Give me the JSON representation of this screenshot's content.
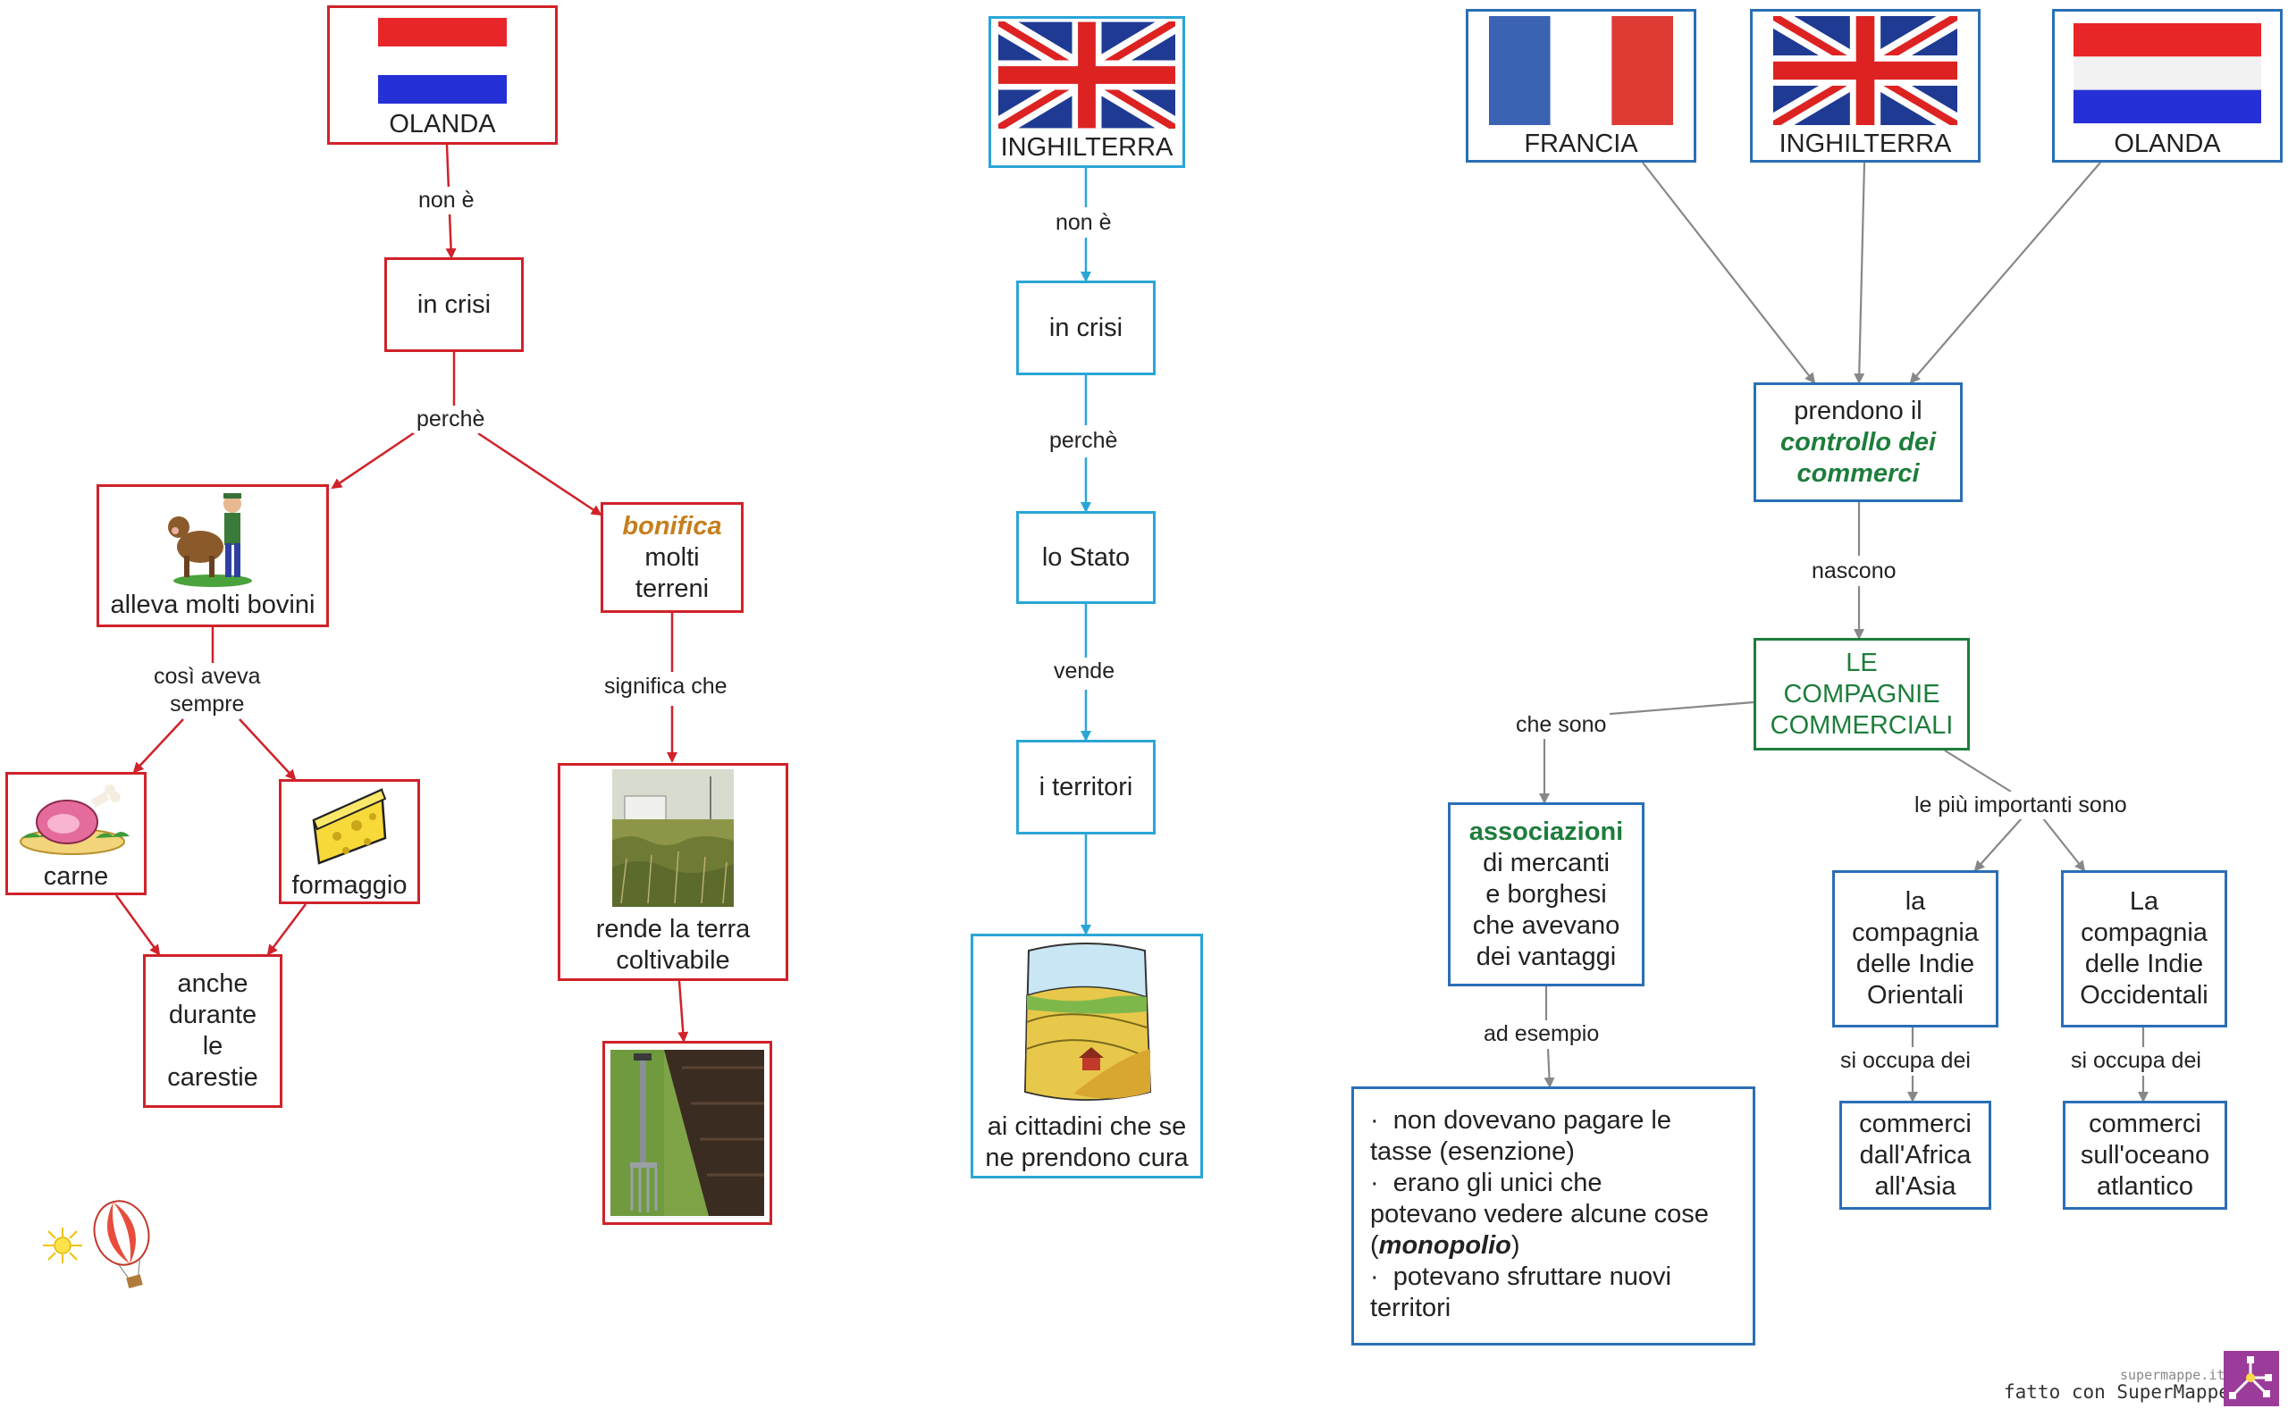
{
  "colors": {
    "red": "#d0222a",
    "cyan": "#2aa6d6",
    "navy": "#2a6fb6",
    "green": "#1e7d3c",
    "gray": "#888888",
    "orange": "#c67f1c"
  },
  "left": {
    "country": "OLANDA",
    "edge_non_e": "non è",
    "in_crisi": "in crisi",
    "edge_perche": "perchè",
    "alleva": "alleva molti bovini",
    "bonifica_em": "bonifica",
    "bonifica_rest1": "molti",
    "bonifica_rest2": "terreni",
    "edge_cosi_1": "così aveva",
    "edge_cosi_2": "sempre",
    "carne": "carne",
    "formaggio": "formaggio",
    "anche_1": "anche",
    "anche_2": "durante",
    "anche_3": "le",
    "anche_4": "carestie",
    "edge_significa": "significa che",
    "rende_1": "rende la terra",
    "rende_2": "coltivabile"
  },
  "middle": {
    "country": "INGHILTERRA",
    "edge_non_e": "non è",
    "in_crisi": "in crisi",
    "edge_perche": "perchè",
    "stato": "lo Stato",
    "edge_vende": "vende",
    "territori": "i territori",
    "cittadini_1": "ai cittadini che se",
    "cittadini_2": "ne prendono cura"
  },
  "right": {
    "francia": "FRANCIA",
    "inghilterra": "INGHILTERRA",
    "olanda": "OLANDA",
    "prendono_1": "prendono il",
    "prendono_em1": "controllo dei",
    "prendono_em2": "commerci",
    "edge_nascono": "nascono",
    "compagnie_1": "LE",
    "compagnie_2": "COMPAGNIE",
    "compagnie_3": "COMMERCIALI",
    "edge_che_sono": "che sono",
    "edge_piu_importanti": "le più importanti sono",
    "assoc_em": "associazioni",
    "assoc_2": "di mercanti",
    "assoc_3": "e borghesi",
    "assoc_4": "che avevano",
    "assoc_5": "dei vantaggi",
    "edge_ad_esempio": "ad esempio",
    "list_1a": "non dovevano pagare le",
    "list_1b": "tasse (esenzione)",
    "list_2a": "erano gli unici che",
    "list_2b": "potevano vedere alcune cose",
    "list_2c_open": "(",
    "list_2c_em": "monopolio",
    "list_2c_close": ")",
    "list_3a": "potevano sfruttare nuovi",
    "list_3b": "territori",
    "bullet": "·",
    "orient_1": "la",
    "orient_2": "compagnia",
    "orient_3": "delle Indie",
    "orient_4": "Orientali",
    "occid_1": "La",
    "occid_2": "compagnia",
    "occid_3": "delle Indie",
    "occid_4": "Occidentali",
    "edge_occupa_1": "si occupa dei",
    "edge_occupa_2": "si occupa dei",
    "africa_1": "commerci",
    "africa_2": "dall'Africa",
    "africa_3": "all'Asia",
    "atlant_1": "commerci",
    "atlant_2": "sull'oceano",
    "atlant_3": "atlantico"
  },
  "footer": {
    "site": "supermappe.it",
    "made_with": "fatto con SuperMappe"
  }
}
